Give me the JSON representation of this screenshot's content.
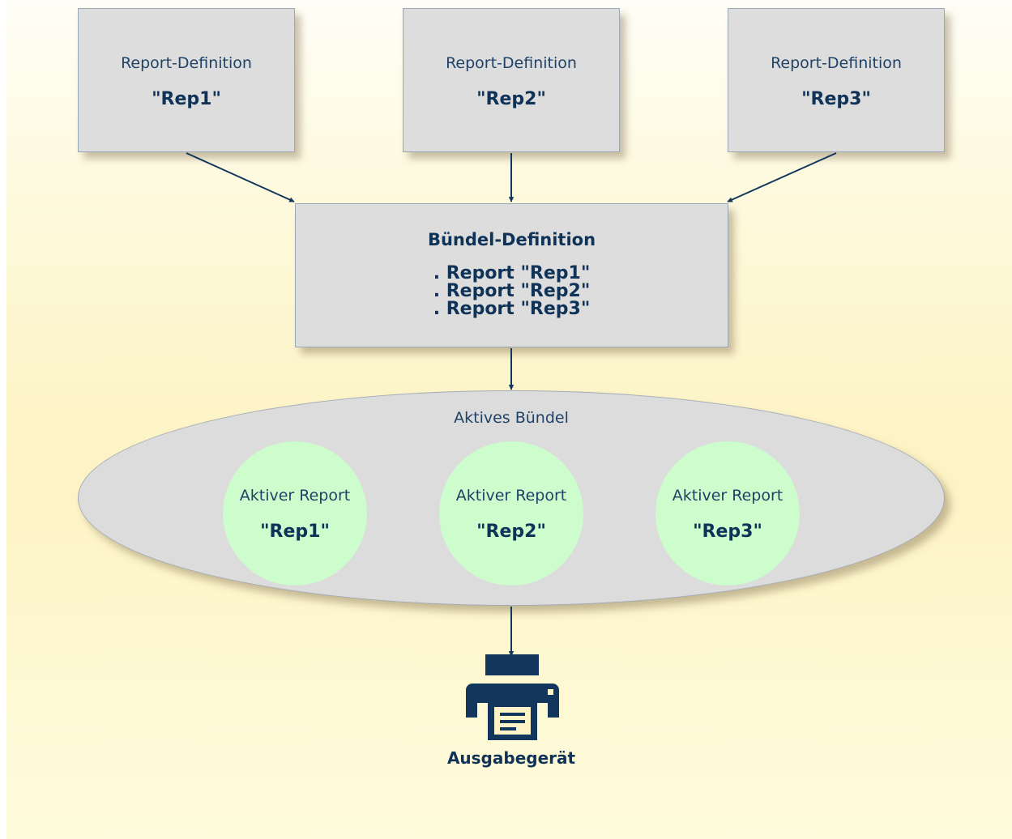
{
  "report_definitions": [
    {
      "label": "Report-Definition",
      "name": "\"Rep1\""
    },
    {
      "label": "Report-Definition",
      "name": "\"Rep2\""
    },
    {
      "label": "Report-Definition",
      "name": "\"Rep3\""
    }
  ],
  "bundle_definition": {
    "title": "Bündel-Definition",
    "lines": [
      ". Report \"Rep1\"",
      ". Report \"Rep2\"",
      ". Report \"Rep3\""
    ]
  },
  "active_bundle": {
    "label": "Aktives Bündel",
    "reports": [
      {
        "label": "Aktiver Report",
        "name": "\"Rep1\""
      },
      {
        "label": "Aktiver Report",
        "name": "\"Rep2\""
      },
      {
        "label": "Aktiver Report",
        "name": "\"Rep3\""
      }
    ]
  },
  "output_device": {
    "label": "Ausgabegerät",
    "icon": "printer-icon"
  },
  "colors": {
    "box_fill": "#dddddd",
    "circle_fill": "#cdfccd",
    "ellipse_fill": "#dcdcdc",
    "text_dark_blue": "#0f3358",
    "arrow": "#13375c"
  }
}
